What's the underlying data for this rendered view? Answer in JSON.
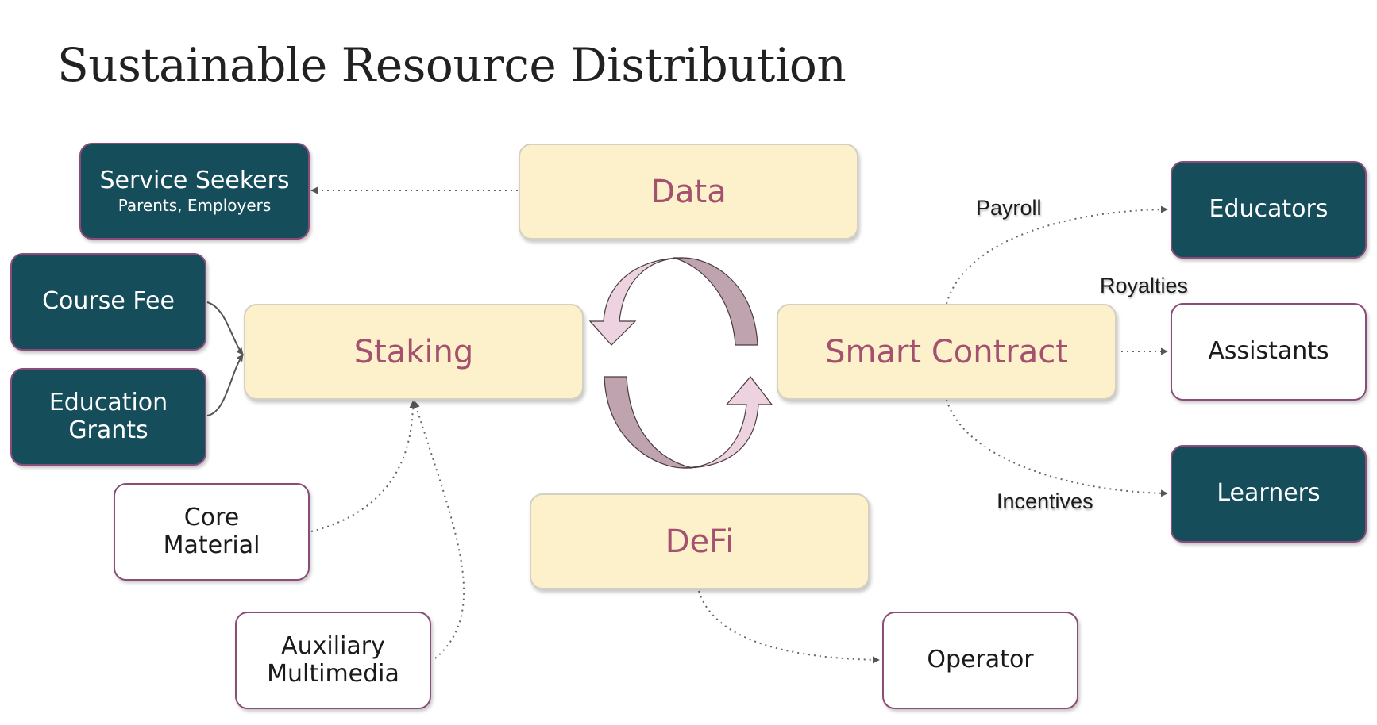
{
  "title": "Sustainable Resource Distribution",
  "colors": {
    "yellow_fill": "#fdf1cb",
    "yellow_text": "#a4506f",
    "teal_fill": "#164d5a",
    "node_border": "#8a4c79",
    "cycle_light": "#ecd3df",
    "cycle_dark": "#bfa3ae"
  },
  "nodes": {
    "data": "Data",
    "staking": "Staking",
    "smart_contract": "Smart Contract",
    "defi": "DeFi",
    "service_seekers": {
      "title": "Service Seekers",
      "subtitle": "Parents, Employers"
    },
    "course_fee": "Course Fee",
    "education_grants": {
      "line1": "Education",
      "line2": "Grants"
    },
    "core_material": {
      "line1": "Core",
      "line2": "Material"
    },
    "auxiliary_multimedia": {
      "line1": "Auxiliary",
      "line2": "Multimedia"
    },
    "educators": "Educators",
    "assistants": "Assistants",
    "learners": "Learners",
    "operator": "Operator"
  },
  "edge_labels": {
    "payroll": "Payroll",
    "royalties": "Royalties",
    "incentives": "Incentives"
  }
}
